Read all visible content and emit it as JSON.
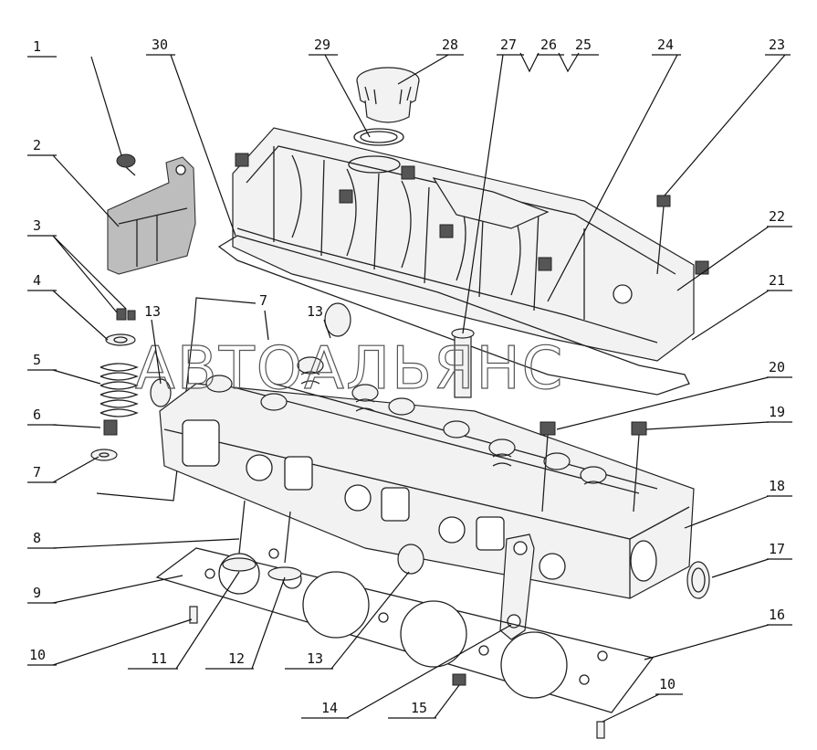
{
  "watermark": "АВТОАЛЬЯНС",
  "callouts": [
    {
      "num": "1"
    },
    {
      "num": "2"
    },
    {
      "num": "3"
    },
    {
      "num": "4"
    },
    {
      "num": "5"
    },
    {
      "num": "6"
    },
    {
      "num": "7"
    },
    {
      "num": "8"
    },
    {
      "num": "9"
    },
    {
      "num": "10"
    },
    {
      "num": "11"
    },
    {
      "num": "12"
    },
    {
      "num": "13"
    },
    {
      "num": "14"
    },
    {
      "num": "15"
    },
    {
      "num": "16"
    },
    {
      "num": "10"
    },
    {
      "num": "17"
    },
    {
      "num": "18"
    },
    {
      "num": "19"
    },
    {
      "num": "20"
    },
    {
      "num": "21"
    },
    {
      "num": "22"
    },
    {
      "num": "23"
    },
    {
      "num": "24"
    },
    {
      "num": "25"
    },
    {
      "num": "26"
    },
    {
      "num": "27"
    },
    {
      "num": "28"
    },
    {
      "num": "29"
    },
    {
      "num": "30"
    },
    {
      "num": "7"
    },
    {
      "num": "13"
    },
    {
      "num": "13"
    }
  ]
}
